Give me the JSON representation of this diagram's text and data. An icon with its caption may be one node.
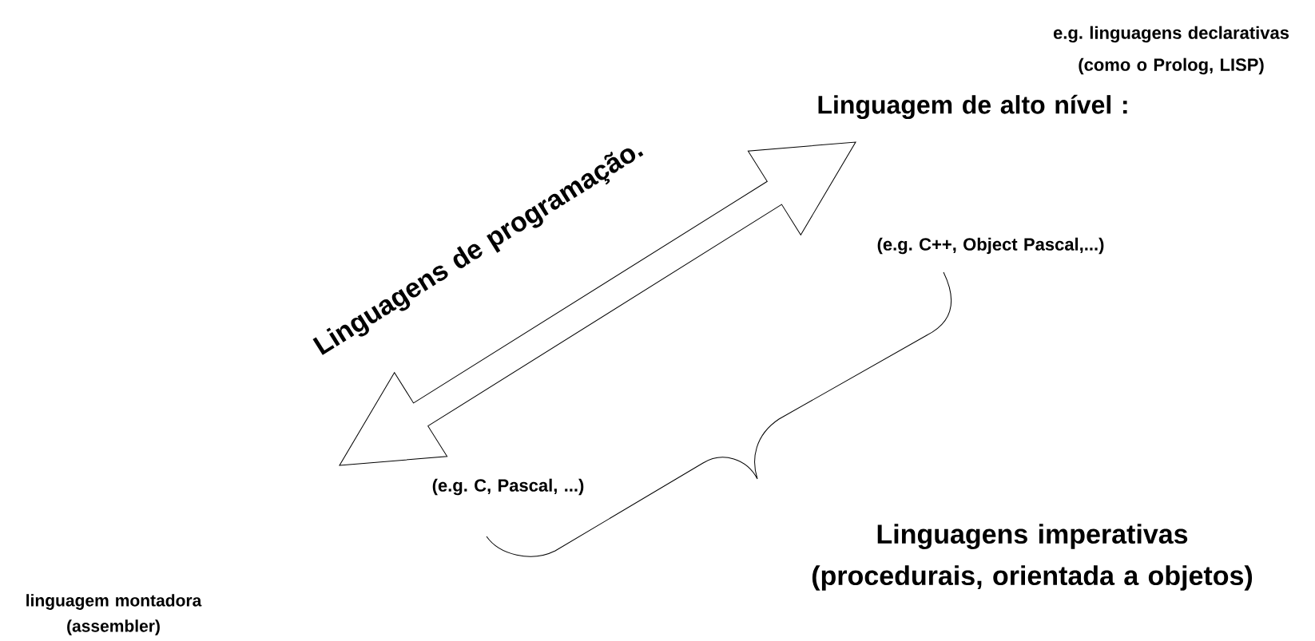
{
  "diagram": {
    "labels": [
      "e.g. linguagens declarativas (como o Prolog, LISP)",
      "Linguagem de alto nível :",
      "Linguagens de programação.",
      "(e.g. C++, Object Pascal,...)",
      "(e.g. C, Pascal, ...)",
      "Linguagens imperativas (procedurais, orientada a objetos)",
      "linguagem montadora (assembler)"
    ]
  }
}
